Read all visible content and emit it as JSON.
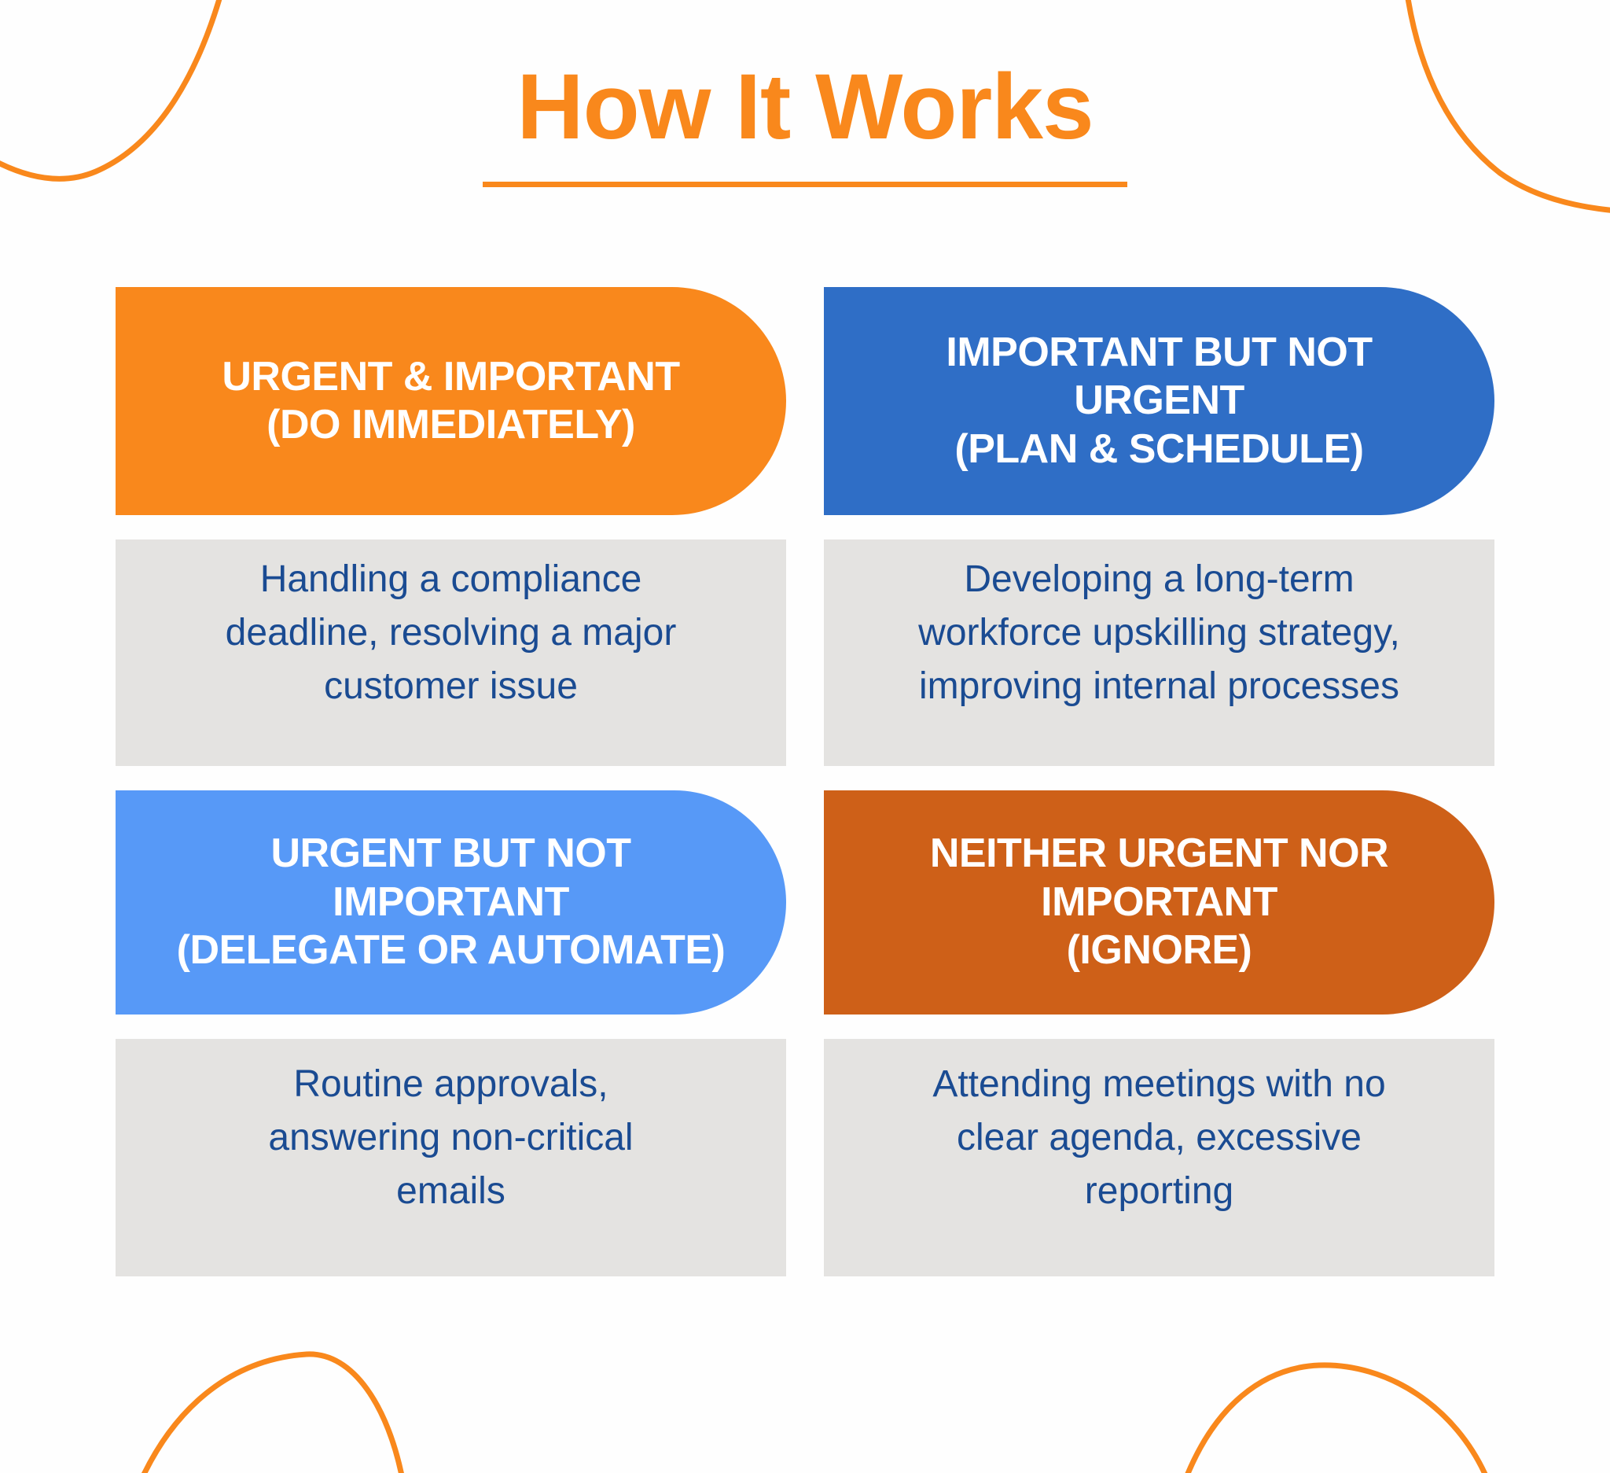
{
  "page": {
    "title": "How It Works"
  },
  "colors": {
    "accent_orange": "#F9881C",
    "blue": "#2F6EC6",
    "light_blue": "#5799F7",
    "dark_orange": "#CE6018",
    "body_bg": "#E4E3E1",
    "body_text": "#1A4B92",
    "header_text": "#FFFFFF",
    "background": "#FEFEFE"
  },
  "quadrants": [
    {
      "id": "urgent-important",
      "header": "URGENT & IMPORTANT\n(DO IMMEDIATELY)",
      "header_bg": "#F9881C",
      "body": "Handling a compliance\ndeadline, resolving a major\ncustomer issue"
    },
    {
      "id": "important-not-urgent",
      "header": "IMPORTANT BUT NOT\nURGENT\n(PLAN & SCHEDULE)",
      "header_bg": "#2F6EC6",
      "body": "Developing a long-term\nworkforce upskilling strategy,\nimproving internal processes"
    },
    {
      "id": "urgent-not-important",
      "header": "URGENT BUT NOT\nIMPORTANT\n(DELEGATE OR AUTOMATE)",
      "header_bg": "#5799F7",
      "body": "Routine approvals,\nanswering non-critical\nemails"
    },
    {
      "id": "neither-urgent-nor-important",
      "header": "NEITHER URGENT NOR\nIMPORTANT\n(IGNORE)",
      "header_bg": "#CE6018",
      "body": "Attending meetings with no\nclear agenda, excessive\nreporting"
    }
  ]
}
